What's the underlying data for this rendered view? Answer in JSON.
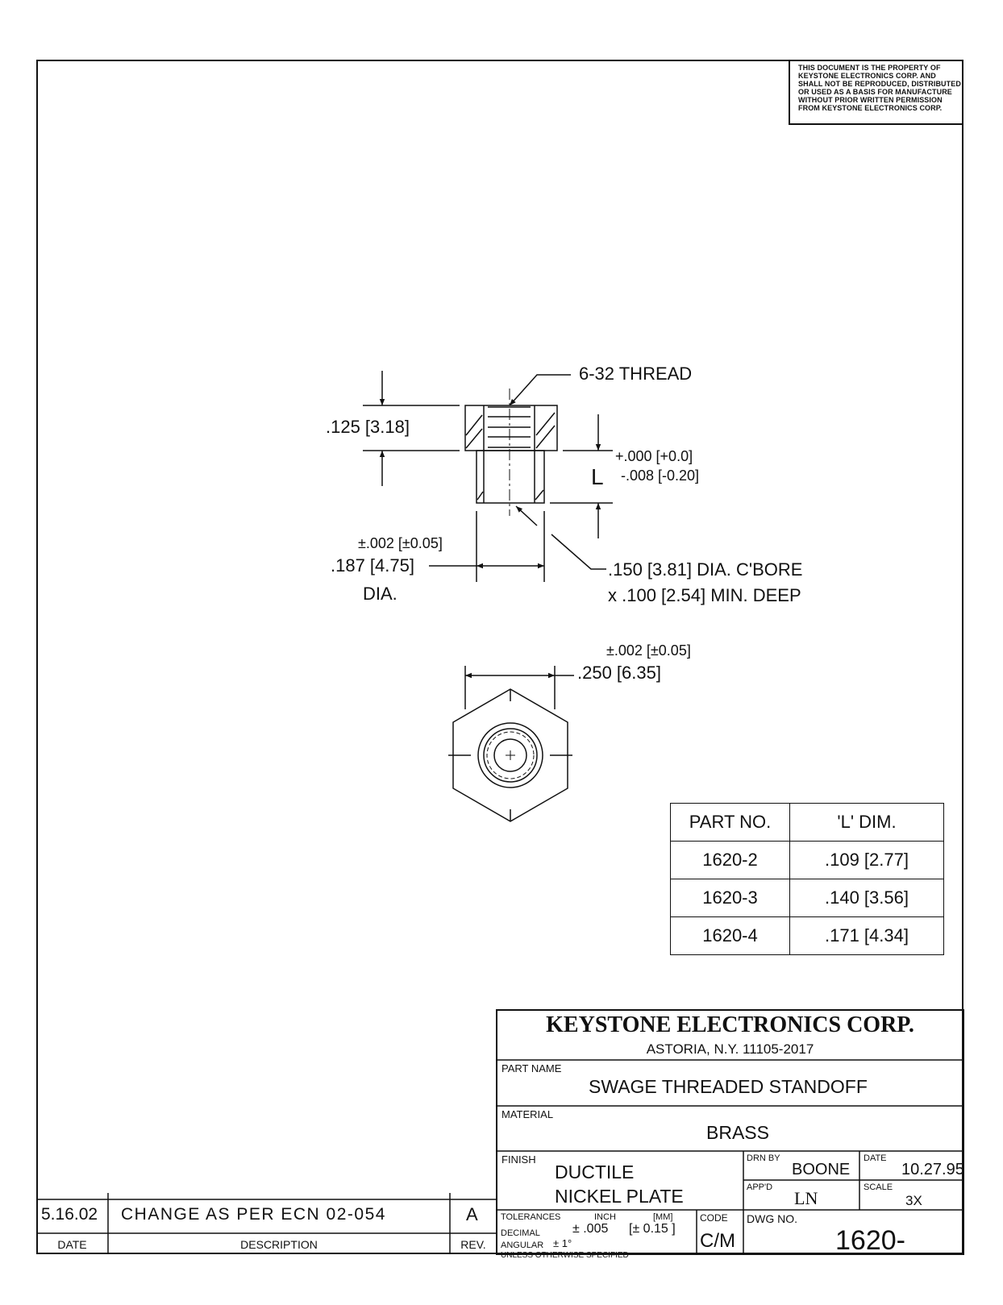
{
  "notice": [
    "THIS DOCUMENT IS THE PROPERTY OF",
    "KEYSTONE ELECTRONICS CORP. AND",
    "SHALL NOT BE REPRODUCED, DISTRIBUTED",
    "OR USED AS A BASIS FOR MANUFACTURE",
    "WITHOUT PRIOR WRITTEN PERMISSION",
    "FROM KEYSTONE ELECTRONICS CORP."
  ],
  "dimensions": {
    "thread": "6-32 THREAD",
    "height": ".125  [3.18]",
    "tol_plus": "+.000 [+0.0]",
    "tol_minus": "-.008 [-0.20]",
    "L_symbol": "L",
    "dia_tol": "±.002 [±0.05]",
    "dia_value": ".187  [4.75]",
    "dia_word": "DIA.",
    "cbore_line1": ".150 [3.81] DIA. C'BORE",
    "cbore_line2": "x .100 [2.54] MIN. DEEP",
    "hex_tol": "±.002 [±0.05]",
    "hex_value": ".250  [6.35]"
  },
  "part_table": {
    "headers": [
      "PART NO.",
      "'L' DIM."
    ],
    "rows": [
      [
        "1620-2",
        ".109 [2.77]"
      ],
      [
        "1620-3",
        ".140 [3.56]"
      ],
      [
        "1620-4",
        ".171 [4.34]"
      ]
    ]
  },
  "title_block": {
    "company": "KEYSTONE ELECTRONICS CORP.",
    "address": "ASTORIA, N.Y. 11105-2017",
    "part_name_label": "PART NAME",
    "part_name": "SWAGE THREADED STANDOFF",
    "material_label": "MATERIAL",
    "material": "BRASS",
    "finish_label": "FINISH",
    "finish_line1": "DUCTILE",
    "finish_line2": "NICKEL PLATE",
    "drn_by_label": "DRN BY",
    "drn_by": "BOONE",
    "date_label": "DATE",
    "date": "10.27.95",
    "appd_label": "APP'D",
    "appd": "LN",
    "scale_label": "SCALE",
    "scale": "3X",
    "tolerances_label": "TOLERANCES",
    "inch_label": "INCH",
    "mm_label": "[MM]",
    "code_label": "CODE",
    "decimal_label": "DECIMAL",
    "decimal_inch": "± .005",
    "decimal_mm": "[± 0.15 ]",
    "angular_label": "ANGULAR",
    "angular_value": "± 1°",
    "unless": "UNLESS OTHERWISE SPECIFIED",
    "code": "C/M",
    "dwg_no_label": "DWG NO.",
    "dwg_no": "1620-"
  },
  "revision": {
    "date": "5.16.02",
    "description": "CHANGE AS PER ECN 02-054",
    "rev": "A",
    "date_label": "DATE",
    "description_label": "DESCRIPTION",
    "rev_label": "REV."
  }
}
